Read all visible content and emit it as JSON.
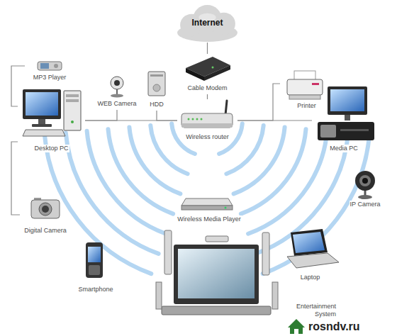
{
  "diagram": {
    "nodes": [
      {
        "text": [
          "Internet"
        ]
      },
      {
        "text": [
          "MP3 Player"
        ]
      },
      {
        "text": [
          "WEB Camera"
        ]
      },
      {
        "text": [
          "HDD"
        ]
      },
      {
        "text": [
          "Cable Modem"
        ]
      },
      {
        "text": [
          "Printer"
        ]
      },
      {
        "text": [
          "Desktop PC"
        ]
      },
      {
        "text": [
          "Wireless router"
        ]
      },
      {
        "text": [
          "Media PC"
        ]
      },
      {
        "text": [
          "IP Camera"
        ]
      },
      {
        "text": [
          "Digital Camera"
        ]
      },
      {
        "text": [
          "Wireless Media Player"
        ]
      },
      {
        "text": [
          "Smartphone"
        ]
      },
      {
        "text": [
          "Laptop"
        ]
      },
      {
        "text": [
          "Entertainment System"
        ]
      }
    ],
    "edges": [
      {
        "from": 0,
        "to": 4,
        "arrow": "none"
      },
      {
        "from": 4,
        "to": 7,
        "arrow": "none"
      },
      {
        "from": 6,
        "to": 1,
        "arrow": "none"
      },
      {
        "from": 6,
        "to": 2,
        "arrow": "none"
      },
      {
        "from": 6,
        "to": 7,
        "arrow": "none"
      },
      {
        "from": 7,
        "to": 3,
        "arrow": "none"
      },
      {
        "from": 7,
        "to": 5,
        "arrow": "none"
      },
      {
        "from": 7,
        "to": 8,
        "arrow": "none"
      },
      {
        "from": 6,
        "to": 10,
        "arrow": "none"
      }
    ],
    "labels": [
      "rosndv.ru"
    ]
  }
}
